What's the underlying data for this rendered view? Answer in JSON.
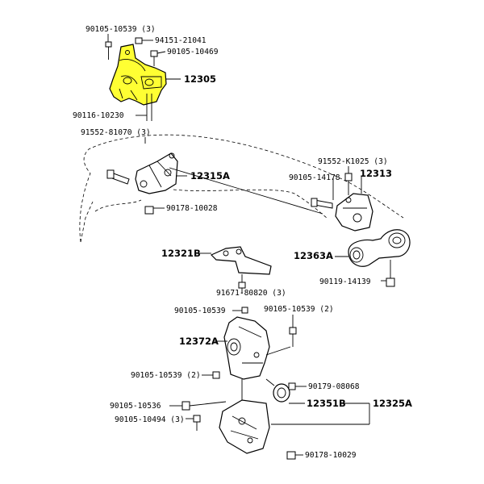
{
  "highlight_color": "#ffff33",
  "labels": {
    "p90105_10539_3": "90105-10539 (3)",
    "p94151_21041": "94151-21041",
    "p90105_10469": "90105-10469",
    "p12305": "12305",
    "p90116_10230": "90116-10230",
    "p91552_81070_3": "91552-81070 (3)",
    "p12315A": "12315A",
    "p90178_10028": "90178-10028",
    "p91552_K1025_3": "91552-K1025 (3)",
    "p90105_14178": "90105-14178",
    "p12313": "12313",
    "p12363A": "12363A",
    "p90119_14139": "90119-14139",
    "p12321B": "12321B",
    "p91671_80820_3": "91671-80820 (3)",
    "p90105_10539_a": "90105-10539",
    "p90105_10539_2a": "90105-10539 (2)",
    "p12372A": "12372A",
    "p90105_10539_2b": "90105-10539 (2)",
    "p90179_08068": "90179-08068",
    "p90105_10536": "90105-10536",
    "p12351B": "12351B",
    "p12325A": "12325A",
    "p90105_10494_3": "90105-10494 (3)",
    "p90178_10029": "90178-10029"
  }
}
